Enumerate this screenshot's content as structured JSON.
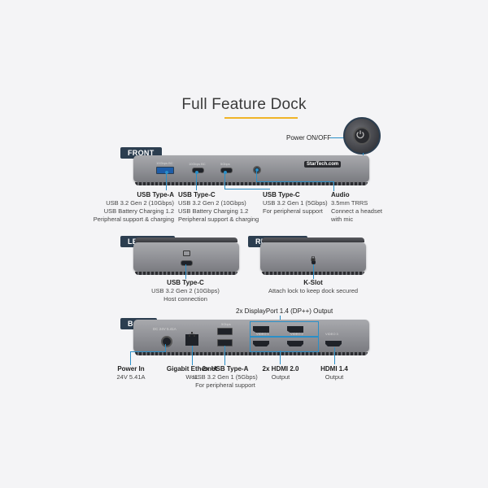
{
  "title": "Full Feature Dock",
  "power": {
    "label": "Power ON/OFF"
  },
  "sections": {
    "front": "FRONT",
    "left_side": "LEFT SIDE",
    "right_side": "RIGHT SIDE",
    "back": "BACK"
  },
  "front_labels": [
    {
      "title": "USB Type-A",
      "lines": [
        "USB 3.2 Gen 2 (10Gbps)",
        "USB Battery Charging 1.2",
        "Peripheral support & charging"
      ]
    },
    {
      "title": "USB Type-C",
      "lines": [
        "USB 3.2 Gen 2 (10Gbps)",
        "USB Battery Charging 1.2",
        "Peripheral support & charging"
      ]
    },
    {
      "title": "USB Type-C",
      "lines": [
        "USB 3.2 Gen 1 (5Gbps)",
        "For peripheral support"
      ]
    },
    {
      "title": "Audio",
      "lines": [
        "3.5mm TRRS",
        "Connect a headset",
        "with mic"
      ]
    }
  ],
  "left_label": {
    "title": "USB Type-C",
    "lines": [
      "USB 3.2 Gen 2 (10Gbps)",
      "Host connection"
    ]
  },
  "right_label": {
    "title": "K-Slot",
    "lines": [
      "Attach lock to keep dock secured"
    ]
  },
  "back_top_label": "2x DisplayPort 1.4 (DP++) Output",
  "back_labels": [
    {
      "title": "Power In",
      "lines": [
        "24V 5.41A"
      ]
    },
    {
      "title": "Gigabit Ethernet",
      "lines": [
        "WoL"
      ]
    },
    {
      "title": "2x USB Type-A",
      "lines": [
        "USB 3.2 Gen 1 (5Gbps)",
        "For peripheral support"
      ]
    },
    {
      "title": "2x HDMI 2.0",
      "lines": [
        "Output"
      ]
    },
    {
      "title": "HDMI 1.4",
      "lines": [
        "Output"
      ]
    }
  ],
  "device_print": {
    "brand": "StarTech.com",
    "port_10g_pd": "10Gbps BC",
    "port_10g_c": "10Gbps BC",
    "port_5g": "5Gbps",
    "dc": "DC 24V 5.41A",
    "usb_5g": "5Gbps",
    "video1": "VIDEO 1",
    "video2": "VIDEO 2",
    "video3": "VIDEO 3"
  }
}
